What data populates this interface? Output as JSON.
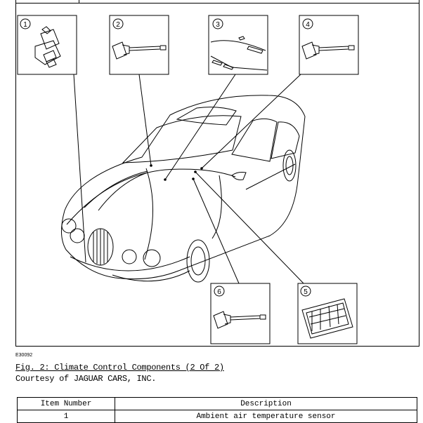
{
  "figure": {
    "code": "E30092",
    "caption": "Fig. 2: Climate Control Components (2 Of 2)",
    "courtesy": "Courtesy of JAGUAR CARS, INC.",
    "callouts": [
      "1",
      "2",
      "3",
      "4",
      "5",
      "6"
    ]
  },
  "table": {
    "headers": [
      "Item Number",
      "Description"
    ],
    "rows": [
      {
        "item": "1",
        "description": "Ambient air temperature sensor"
      }
    ]
  }
}
